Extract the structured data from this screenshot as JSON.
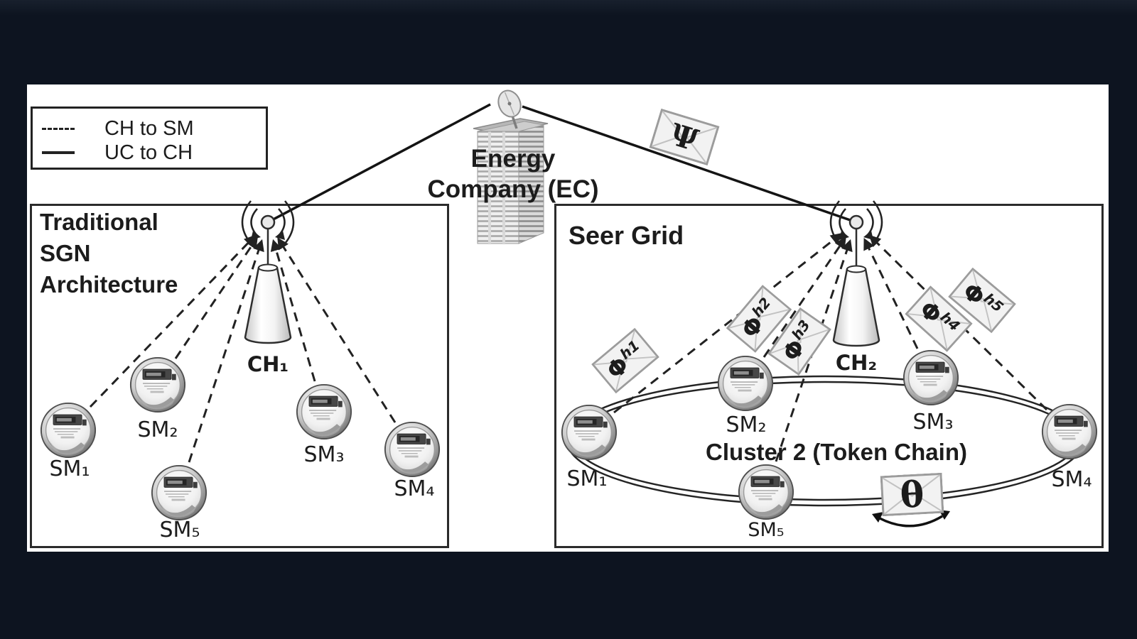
{
  "colors": {
    "page_background": "#0d1420",
    "canvas_background": "#ffffff",
    "ink": "#1c1c1c"
  },
  "legend": {
    "items": [
      {
        "label": "CH to SM",
        "line_style": "dashed"
      },
      {
        "label": "UC to CH",
        "line_style": "solid"
      }
    ]
  },
  "energy_company": {
    "name_line1": "Energy",
    "name_line2": "Company (EC)",
    "message_label": "Ψ"
  },
  "left_panel": {
    "title_lines": [
      "Traditional",
      "SGN",
      "Architecture"
    ],
    "cluster_head": "CH₁",
    "meters": [
      "SM₁",
      "SM₂",
      "SM₃",
      "SM₄",
      "SM₅"
    ]
  },
  "right_panel": {
    "title": "Seer Grid",
    "cluster_head": "CH₂",
    "cluster_label": "Cluster 2 (Token Chain)",
    "token_label": "θ",
    "meters": [
      "SM₁",
      "SM₂",
      "SM₃",
      "SM₄",
      "SM₅"
    ],
    "hop_messages": [
      {
        "base": "Φ",
        "sup": "h1"
      },
      {
        "base": "Φ",
        "sup": "h2"
      },
      {
        "base": "Φ",
        "sup": "h3"
      },
      {
        "base": "Φ",
        "sup": "h4"
      },
      {
        "base": "Φ",
        "sup": "h5"
      }
    ]
  }
}
